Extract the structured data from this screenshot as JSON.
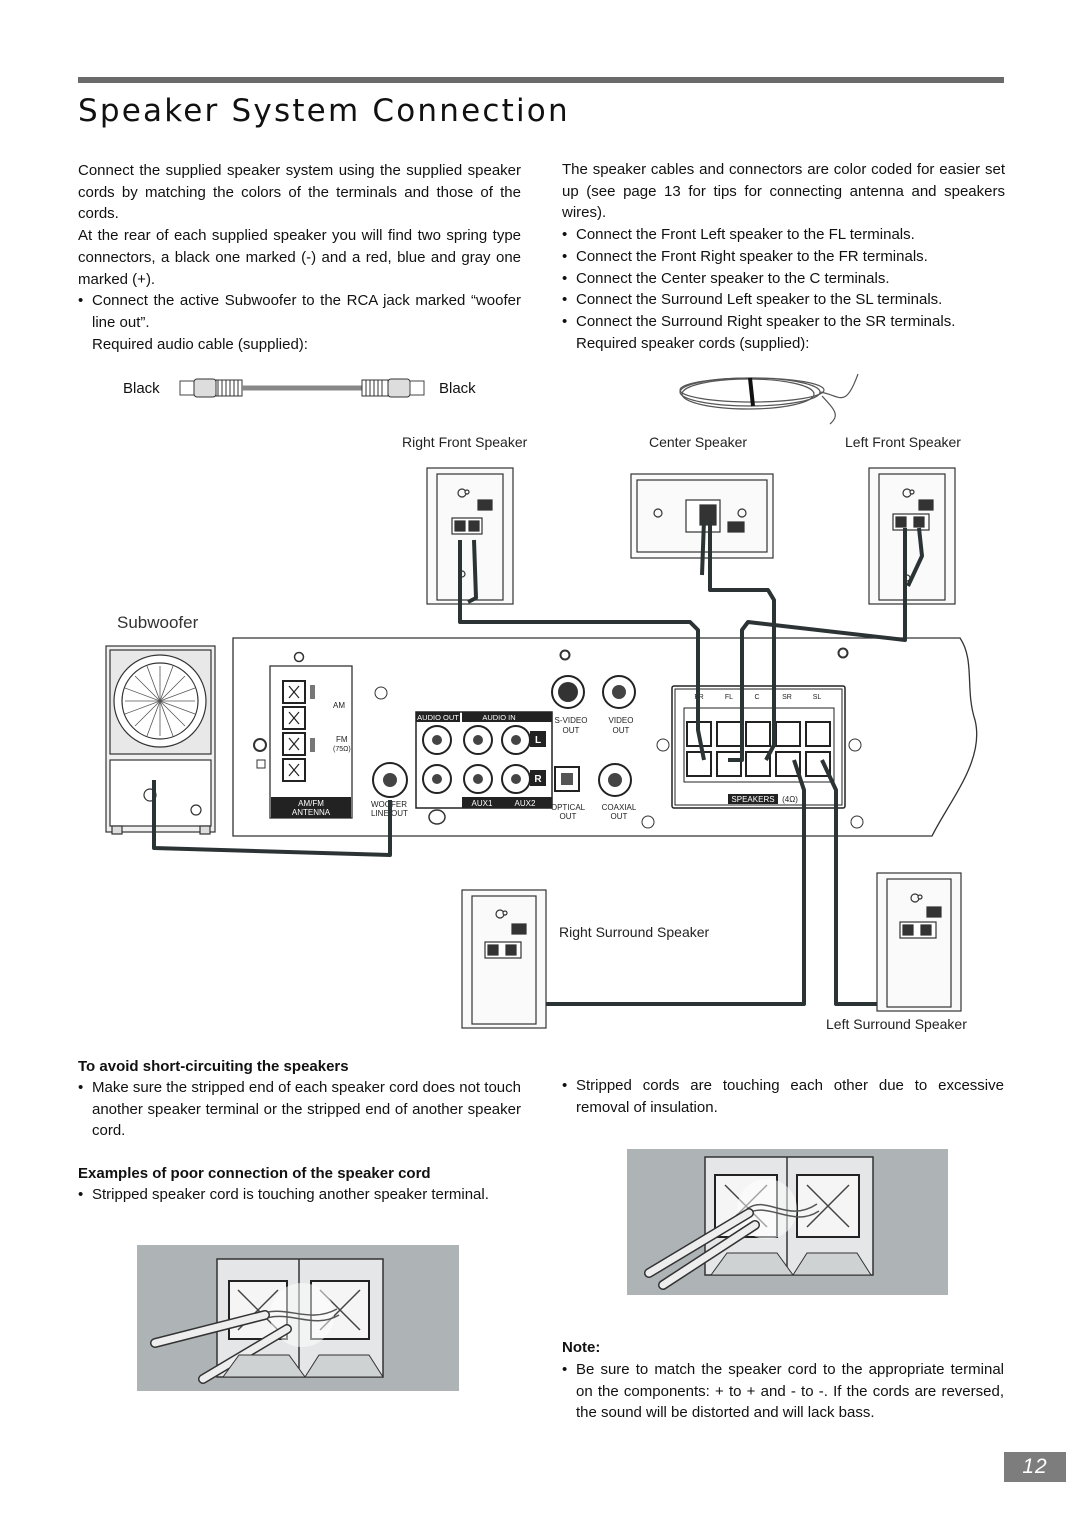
{
  "page": {
    "title": "Speaker System Connection",
    "page_number": "12"
  },
  "left_col": {
    "para1": "Connect the supplied speaker system using the supplied speaker cords by matching the colors of the terminals and those of the cords.",
    "para2": "At the rear of each supplied speaker you will find two spring type connectors, a black one marked (-) and a red, blue and gray one marked (+).",
    "bullet1": "Connect the active Subwoofer to the RCA jack marked “woofer line out”.",
    "required": "Required audio cable (supplied):",
    "cable_left": "Black",
    "cable_right": "Black"
  },
  "right_col": {
    "para1": "The speaker cables and connectors are color coded for easier set up (see page 13 for tips for connecting antenna and speakers wires).",
    "bullets": [
      "Connect the Front Left speaker to the FL terminals.",
      "Connect the Front Right speaker to the FR terminals.",
      "Connect the Center speaker to the C terminals.",
      "Connect the Surround Left speaker to the SL terminals.",
      "Connect the Surround Right speaker to the SR terminals."
    ],
    "required": "Required speaker cords (supplied):"
  },
  "diagram": {
    "right_front": "Right Front Speaker",
    "center": "Center Speaker",
    "left_front": "Left Front Speaker",
    "subwoofer": "Subwoofer",
    "right_surround": "Right Surround Speaker",
    "left_surround": "Left Surround Speaker",
    "panel": {
      "am": "AM",
      "fm": "FM",
      "fm_ohm": "(75Ω)",
      "antenna1": "AM/FM",
      "antenna2": "ANTENNA",
      "audio_out": "AUDIO OUT",
      "audio_in": "AUDIO IN",
      "l": "L",
      "r": "R",
      "svideo1": "S-VIDEO",
      "svideo2": "OUT",
      "video1": "VIDEO",
      "video2": "OUT",
      "woofer1": "WOOFER",
      "woofer2": "LINE OUT",
      "aux1": "AUX1",
      "aux2": "AUX2",
      "optical1": "OPTICAL",
      "optical2": "OUT",
      "coaxial1": "COAXIAL",
      "coaxial2": "OUT",
      "term_fr": "FR",
      "term_fl": "FL",
      "term_c": "C",
      "term_sr": "SR",
      "term_sl": "SL",
      "speakers": "SPEAKERS",
      "speakers_ohm": "(4Ω)"
    }
  },
  "avoid": {
    "heading": "To avoid short-circuiting the speakers",
    "bullet": "Make sure the stripped end of each speaker cord does not touch another speaker terminal or the stripped end of another speaker cord.",
    "bullet_right": "Stripped cords are touching each other due to excessive removal of insulation."
  },
  "poor": {
    "heading": "Examples of poor connection of the speaker cord",
    "bullet": "Stripped speaker cord is touching another speaker terminal."
  },
  "note": {
    "heading": "Note:",
    "bullet": "Be sure to match the speaker cord to the appropriate terminal on the components: + to + and - to -. If the cords are reversed, the sound will be distorted and will lack bass."
  }
}
